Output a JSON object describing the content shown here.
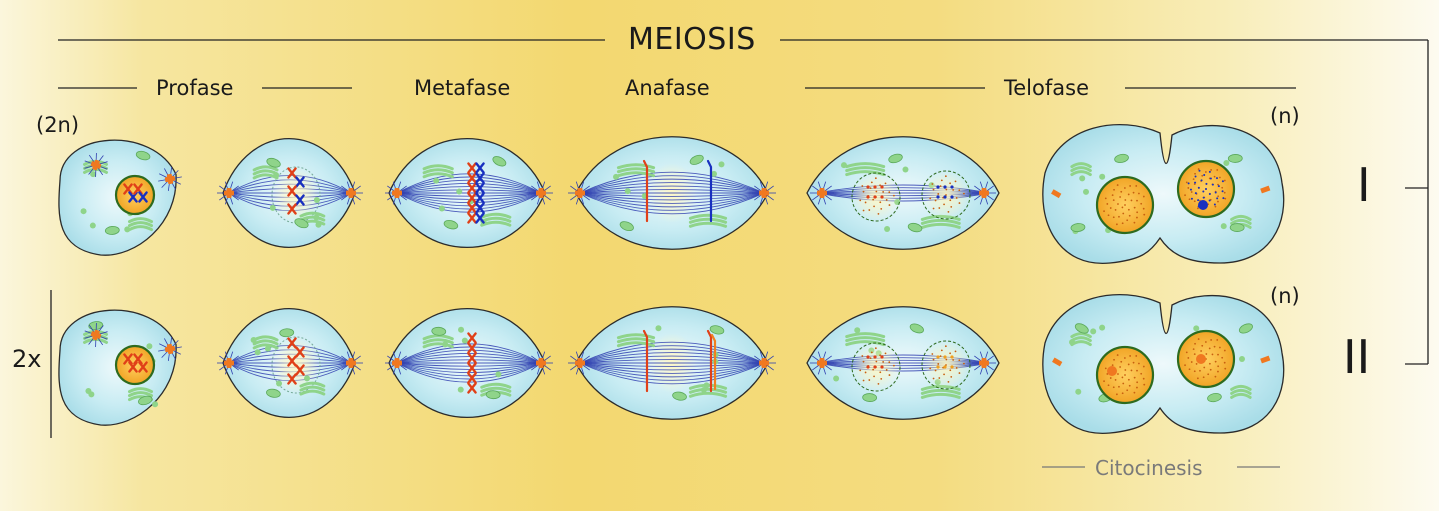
{
  "title": "MEIOSIS",
  "phases": {
    "profase": "Profase",
    "metafase": "Metafase",
    "anafase": "Anafase",
    "telofase": "Telofase"
  },
  "ploidy": {
    "diploid": "(2n)",
    "haploid_row1": "(n)",
    "haploid_row2": "(n)"
  },
  "repeat_label": "2x",
  "divisions": {
    "first": "I",
    "second": "II"
  },
  "cytokinesis_label": "Citocinesis",
  "colors": {
    "cytoplasm": "#bfe6ee",
    "membrane": "#2b2b2b",
    "nucleus": "#f0a020",
    "nuclear_envelope": "#2e6b1e",
    "organelle": "#8fd48a",
    "centrosome": "#f07820",
    "spindle": "#3040b0",
    "chromosome_paternal": "#e04018",
    "chromosome_maternal": "#1830c0"
  }
}
